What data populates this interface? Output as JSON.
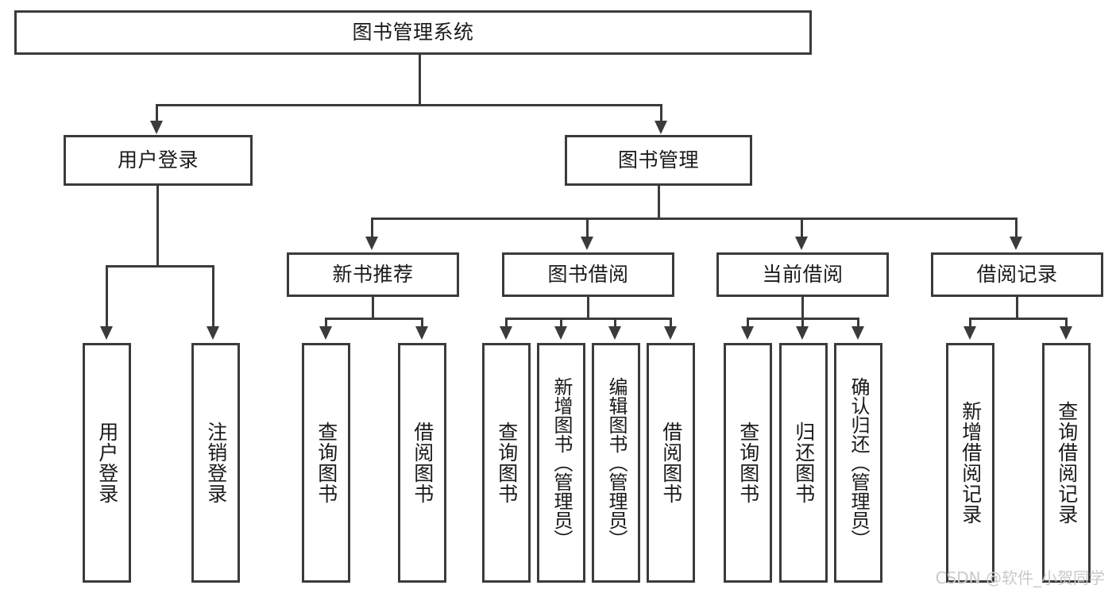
{
  "diagram": {
    "title": "图书管理系统",
    "type": "functional-structure-tree",
    "root": {
      "label": "图书管理系统"
    },
    "level2": [
      {
        "id": "user-login",
        "label": "用户登录"
      },
      {
        "id": "book-management",
        "label": "图书管理"
      }
    ],
    "level3": [
      {
        "id": "new-book-recommend",
        "label": "新书推荐",
        "parent": "book-management"
      },
      {
        "id": "book-borrow",
        "label": "图书借阅",
        "parent": "book-management"
      },
      {
        "id": "current-borrow",
        "label": "当前借阅",
        "parent": "book-management"
      },
      {
        "id": "borrow-record",
        "label": "借阅记录",
        "parent": "book-management"
      }
    ],
    "leaves": {
      "user_login": [
        {
          "id": "leaf-user-login",
          "label": "用户登录"
        },
        {
          "id": "leaf-user-logout",
          "label": "注销登录"
        }
      ],
      "new_book_recommend": [
        {
          "id": "leaf-query-book-1",
          "label": "查询图书"
        },
        {
          "id": "leaf-borrow-book-1",
          "label": "借阅图书"
        }
      ],
      "book_borrow": [
        {
          "id": "leaf-query-book-2",
          "label": "查询图书"
        },
        {
          "id": "leaf-add-book",
          "label": "新增图书（管理员）"
        },
        {
          "id": "leaf-edit-book",
          "label": "编辑图书（管理员）"
        },
        {
          "id": "leaf-borrow-book-2",
          "label": "借阅图书"
        }
      ],
      "current_borrow": [
        {
          "id": "leaf-query-book-3",
          "label": "查询图书"
        },
        {
          "id": "leaf-return-book",
          "label": "归还图书"
        },
        {
          "id": "leaf-confirm-return",
          "label": "确认归还（管理员）"
        }
      ],
      "borrow_record": [
        {
          "id": "leaf-add-record",
          "label": "新增借阅记录"
        },
        {
          "id": "leaf-query-record",
          "label": "查询借阅记录"
        }
      ]
    }
  },
  "watermark": {
    "text": "CSDN @软件_小贺同学"
  },
  "colors": {
    "stroke": "#3b3b3b",
    "background": "#ffffff",
    "text": "#1a1a1a",
    "watermark": "#c9c9c9"
  }
}
